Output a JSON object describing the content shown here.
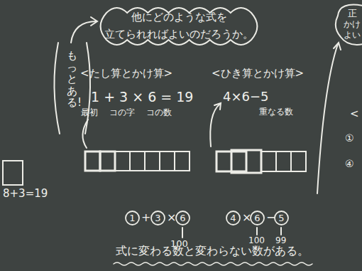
{
  "diagram": {
    "nodes": [
      {
        "text": [
          "他にどのような式を 立てられればよいのだろうか。"
        ]
      },
      {
        "text": [
          "1"
        ]
      },
      {
        "text": [
          "3"
        ]
      },
      {
        "text": [
          "6"
        ]
      },
      {
        "text": [
          "4"
        ]
      },
      {
        "text": [
          "6"
        ]
      },
      {
        "text": [
          "5"
        ]
      }
    ],
    "labels": [
      "もっとある!",
      "8+3=19",
      "<たし算とかけ算>",
      "1 + 3 × 6 = 19",
      "最初",
      "コの字",
      "コの数",
      "+",
      "×",
      "100",
      "<ひき算とかけ算>",
      "4×6−5",
      "重なる数",
      "×",
      "−",
      "100",
      "99",
      "式に変わる数と変わらない数がある。",
      "正",
      "かけ",
      "よい",
      "<",
      "①",
      "④"
    ]
  }
}
